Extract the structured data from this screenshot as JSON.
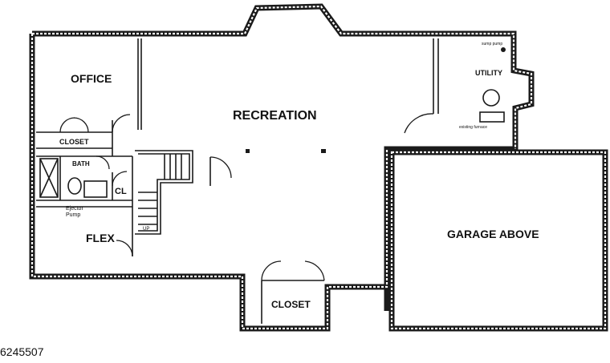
{
  "rooms": {
    "office": "OFFICE",
    "recreation": "RECREATION",
    "utility": "UTILITY",
    "garage": "GARAGE ABOVE",
    "flex": "FLEX",
    "closet_bottom": "CLOSET",
    "closet_office": "CLOSET",
    "bath": "BATH",
    "cl": "CL",
    "up": "UP",
    "ejector_line1": "Ejector",
    "ejector_line2": "Pump",
    "sump_pump": "sump pump",
    "existing_furnace": "existing furnace"
  },
  "listing_id": "6245507"
}
